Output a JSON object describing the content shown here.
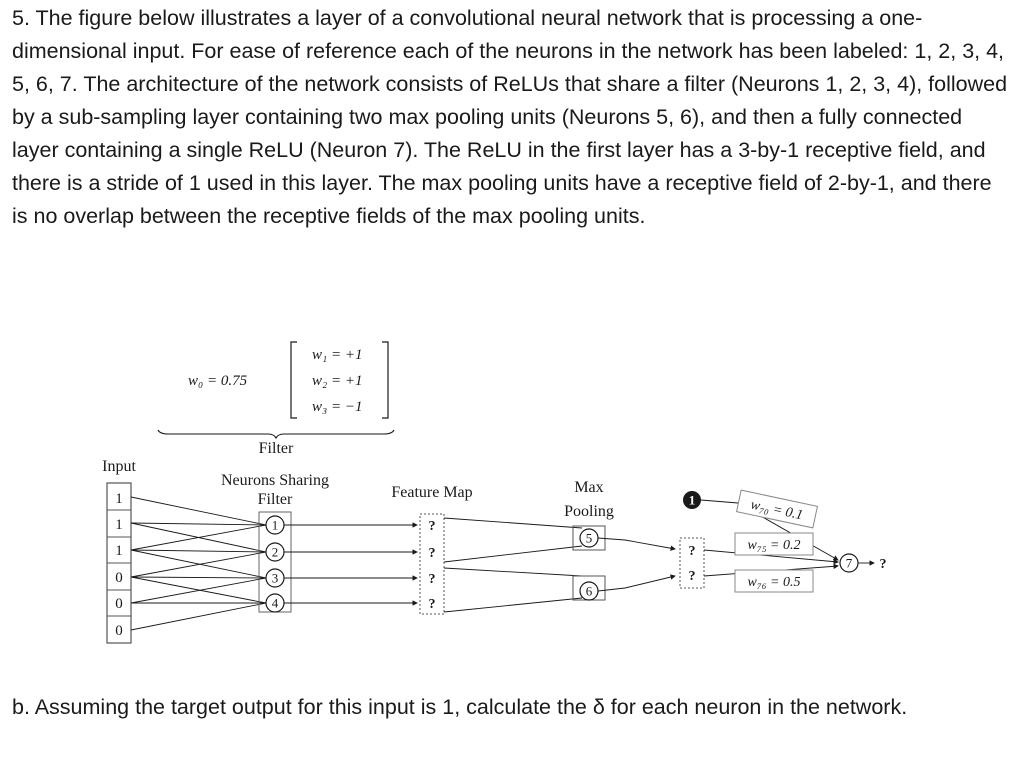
{
  "question": {
    "intro": "5. The figure below illustrates a layer of a convolutional neural network that is processing a one-dimensional input. For ease of reference each of the neurons in the network has been labeled: 1, 2, 3, 4, 5, 6, 7. The architecture of the network consists of ReLUs that share a filter (Neurons 1, 2, 3, 4), followed by a sub-sampling layer containing two max pooling units (Neurons 5, 6), and then a fully connected layer containing a single ReLU (Neuron 7). The ReLU in the first layer has a 3-by-1 receptive field, and there is a stride of 1 used in this layer. The max pooling units have a receptive field of 2-by-1, and there is no overlap between the receptive fields of the max pooling units.",
    "part_b": "b. Assuming the target output for this input is 1, calculate the δ for each neuron in the network."
  },
  "figure": {
    "filter_weights": {
      "w0": "w₀ = 0.75",
      "w1": "w₁ = +1",
      "w2": "w₂ = +1",
      "w3": "w₃ = −1"
    },
    "filter_label": "Filter",
    "input_label": "Input",
    "inputs": [
      "1",
      "1",
      "1",
      "0",
      "0",
      "0"
    ],
    "neurons_sharing_label_1": "Neurons Sharing",
    "neurons_sharing_label_2": "Filter",
    "conv_neurons": [
      "1",
      "2",
      "3",
      "4"
    ],
    "feature_map_label": "Feature Map",
    "feature_map_values": [
      "?",
      "?",
      "?",
      "?"
    ],
    "max_pooling_label_1": "Max",
    "max_pooling_label_2": "Pooling",
    "pool_neurons": [
      "5",
      "6"
    ],
    "pool_outputs": [
      "?",
      "?"
    ],
    "bias_neuron": "1",
    "output_weights": {
      "w70": "w₇₀ = 0.1",
      "w75": "w₇₅ = 0.2",
      "w76": "w₇₆ = 0.5"
    },
    "output_neuron": "7",
    "final_output": "?"
  }
}
